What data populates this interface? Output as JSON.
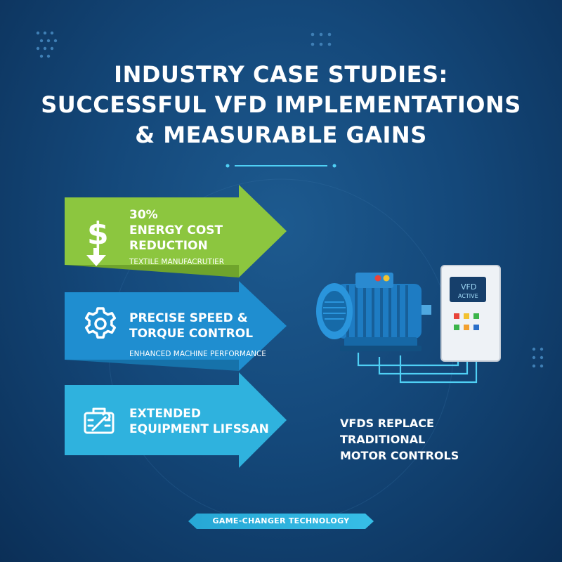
{
  "title": {
    "lines": [
      "INDUSTRY CASE STUDIES:",
      "SUCCESSFUL VFD IMPLEMENTATIONS",
      "& MEASURABLE GAINS"
    ]
  },
  "colors": {
    "background": "#14487a",
    "arrow_green": "#8cc63f",
    "arrow_blue": "#1f8ed0",
    "arrow_cyan": "#2fb2de",
    "accent": "#36bde6"
  },
  "cards": [
    {
      "icon": "dollar-down-arrow-icon",
      "heading_lines": [
        "30%",
        "ENERGY COST",
        "REDUCTION"
      ],
      "subtext": "TEXTILE MANUFACRUTIER"
    },
    {
      "icon": "gear-icon",
      "heading_lines": [
        "PRECISE SPEED &",
        "TORQUE CONTROL"
      ],
      "subtext": "ENHANCED MACHINE PERFORMANCE"
    },
    {
      "icon": "wrench-toolbox-icon",
      "heading_lines": [
        "EXTENDED",
        "EQUIPMENT LIFSSAN"
      ],
      "subtext": ""
    }
  ],
  "illustration": {
    "icon": "electric-motor-with-vfd-panel-icon",
    "panel_screen_line1": "VFD",
    "panel_screen_line2": "ACTIVE"
  },
  "caption_lines": [
    "VFDS REPLACE",
    "TRADITIONAL",
    "MOTOR CONTROLS"
  ],
  "badge": "GAME-CHANGER TECHNOLOGY"
}
